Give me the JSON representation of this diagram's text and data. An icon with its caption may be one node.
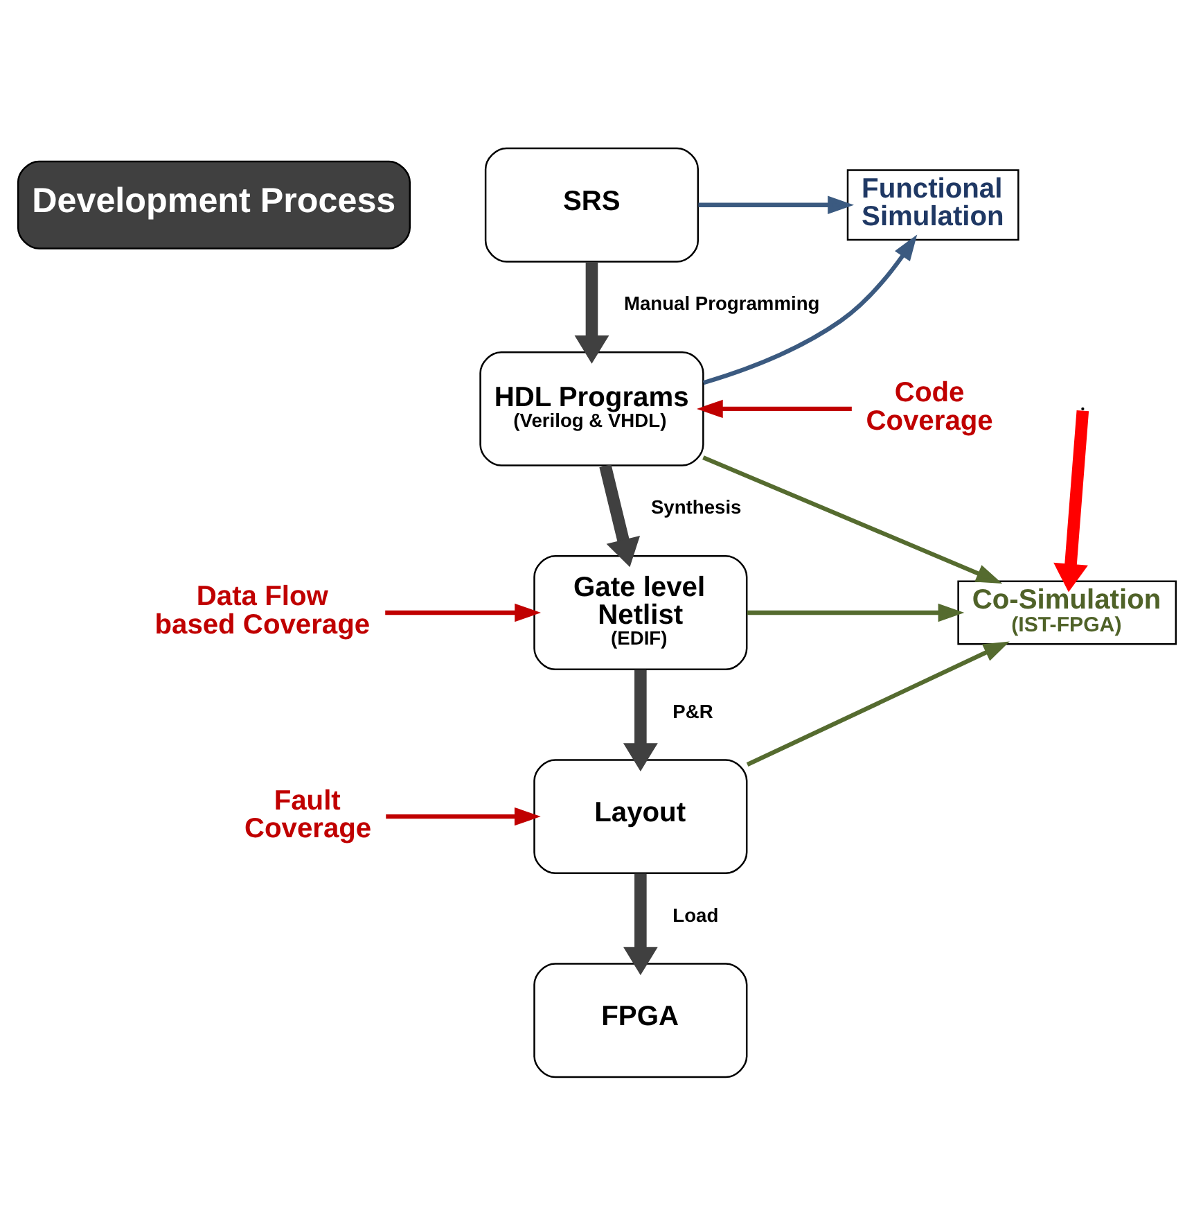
{
  "diagram": {
    "nodes": [
      {
        "text": [
          "Development Process"
        ]
      },
      {
        "text": [
          "SRS"
        ]
      },
      {
        "text": [
          "HDL Programs",
          "(Verilog & VHDL)"
        ]
      },
      {
        "text": [
          "Gate level Netlist",
          "(EDIF)"
        ]
      },
      {
        "text": [
          "Layout"
        ]
      },
      {
        "text": [
          "FPGA"
        ]
      },
      {
        "text": [
          "Functional Simulation"
        ]
      },
      {
        "text": [
          "Co-Simulation",
          "(IST-FPGA)"
        ]
      },
      {
        "text": [
          "Code Coverage"
        ]
      },
      {
        "text": [
          "Data Flow based Coverage"
        ]
      },
      {
        "text": [
          "Fault Coverage"
        ]
      }
    ],
    "edges": [
      {
        "from": 1,
        "to": 2,
        "arrow": "to",
        "label": "Manual Programming",
        "style": "thick",
        "color": "#404040"
      },
      {
        "from": 2,
        "to": 3,
        "arrow": "to",
        "label": "Synthesis",
        "style": "thick",
        "color": "#404040"
      },
      {
        "from": 3,
        "to": 4,
        "arrow": "to",
        "label": "P&R",
        "style": "thick",
        "color": "#404040"
      },
      {
        "from": 4,
        "to": 5,
        "arrow": "to",
        "label": "Load",
        "style": "thick",
        "color": "#404040"
      },
      {
        "from": 1,
        "to": 6,
        "arrow": "to",
        "color": "#3b5a80"
      },
      {
        "from": 2,
        "to": 6,
        "arrow": "to",
        "color": "#3b5a80"
      },
      {
        "from": 2,
        "to": 7,
        "arrow": "to",
        "color": "#556b2f"
      },
      {
        "from": 3,
        "to": 7,
        "arrow": "to",
        "color": "#556b2f"
      },
      {
        "from": 4,
        "to": 7,
        "arrow": "to",
        "color": "#556b2f"
      },
      {
        "from": 8,
        "to": 2,
        "arrow": "to",
        "color": "#c00000"
      },
      {
        "from": 9,
        "to": 3,
        "arrow": "to",
        "color": "#c00000"
      },
      {
        "from": 10,
        "to": 4,
        "arrow": "to",
        "color": "#c00000"
      },
      {
        "from": null,
        "to": 7,
        "arrow": "to",
        "style": "thick",
        "color": "#ff0000"
      }
    ]
  }
}
